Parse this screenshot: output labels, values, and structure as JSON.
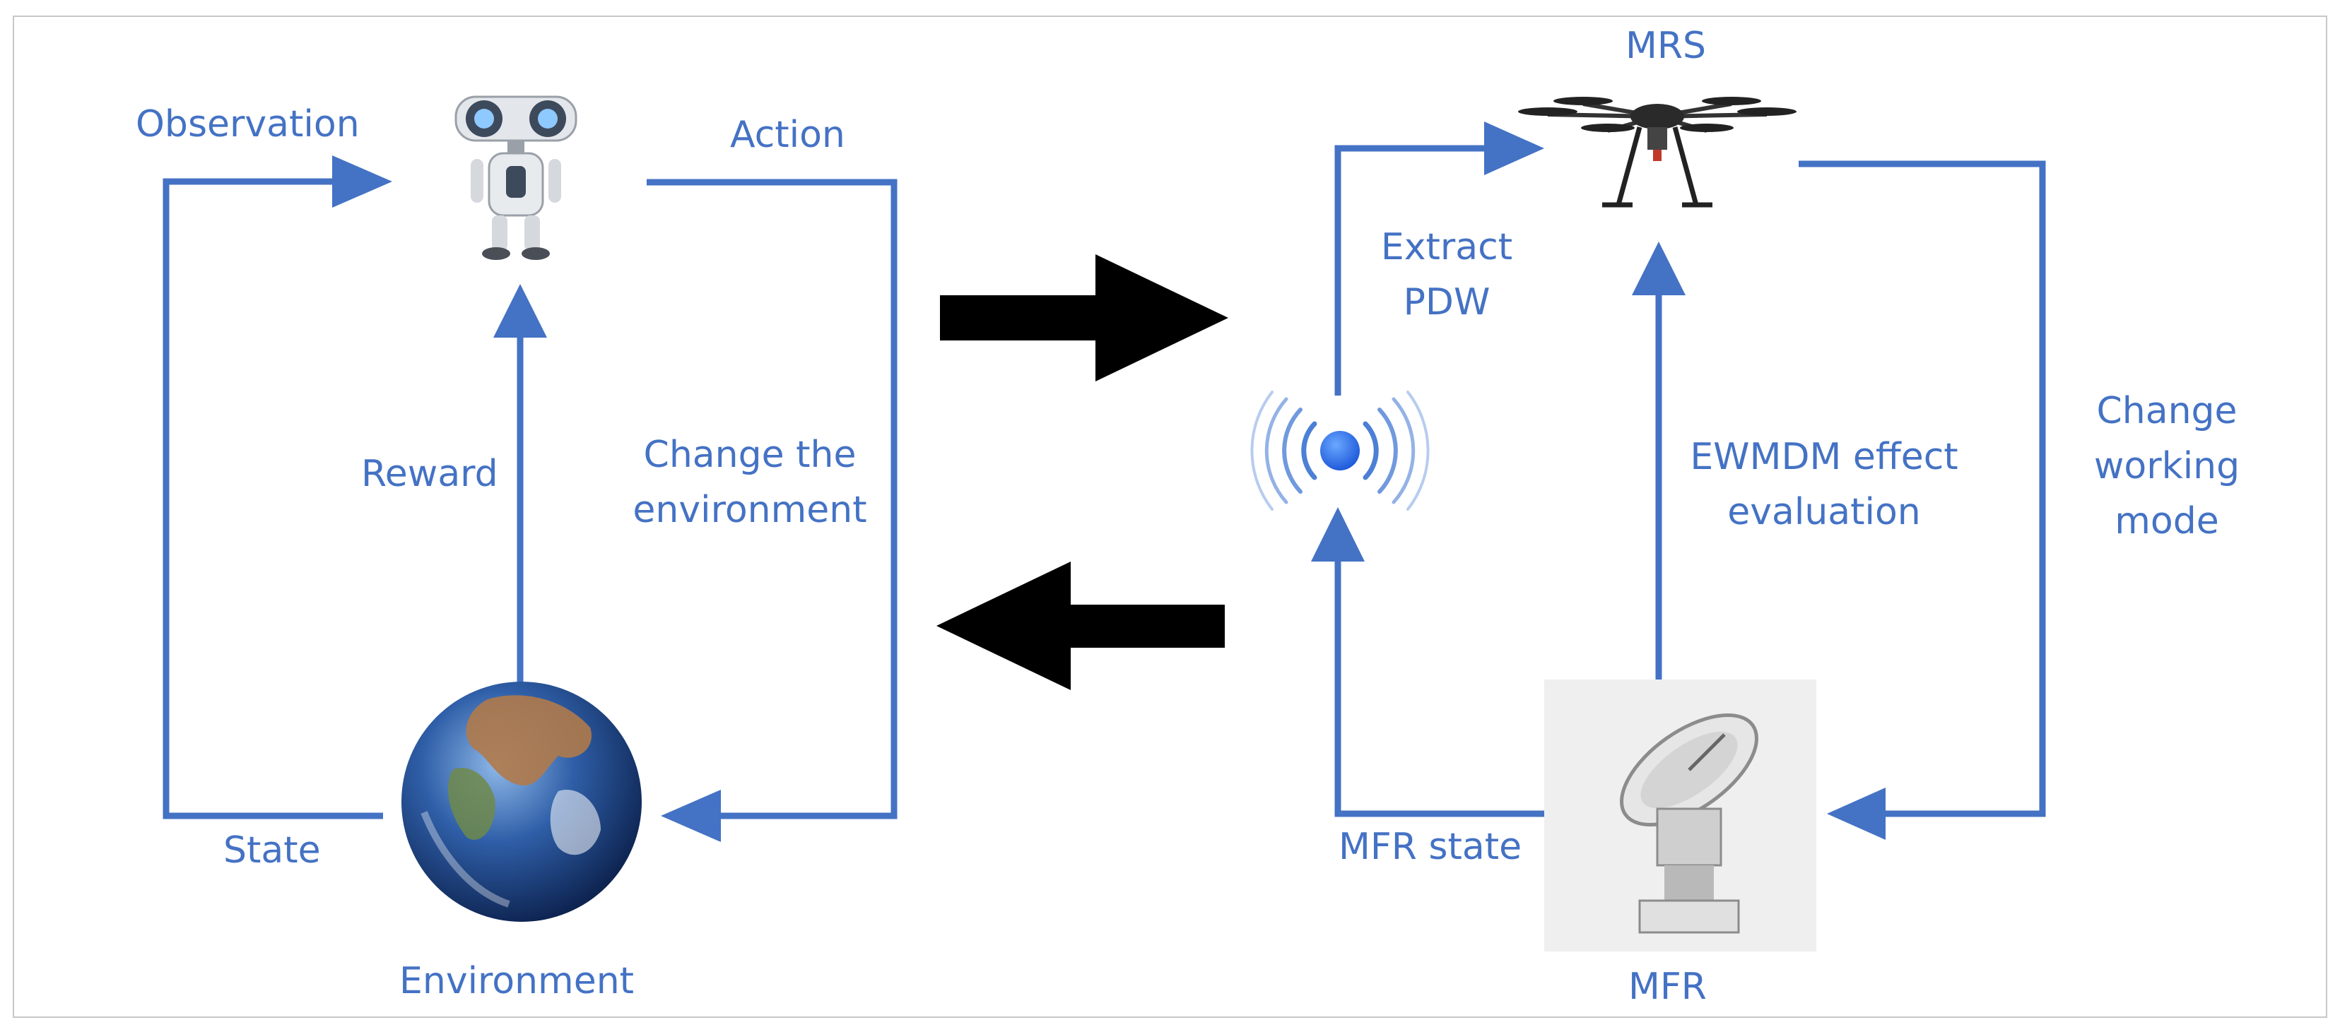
{
  "colors": {
    "line": "#4472c4",
    "big_arrow": "#000000",
    "label": "#4472c4"
  },
  "left_panel": {
    "observation": "Observation",
    "action": "Action",
    "reward": "Reward",
    "change_env": "Change the\nenvironment",
    "state": "State",
    "environment": "Environment",
    "icons": {
      "agent": "robot-icon",
      "env": "earth-globe-icon"
    }
  },
  "right_panel": {
    "mrs": "MRS",
    "extract_pdw": "Extract\nPDW",
    "ewmdm": "EWMDM effect\nevaluation",
    "change_mode": "Change\nworking\nmode",
    "mfr_state": "MFR state",
    "mfr": "MFR",
    "icons": {
      "mrs": "drone-icon",
      "signal": "wireless-signal-icon",
      "mfr": "radar-dish-icon"
    }
  }
}
